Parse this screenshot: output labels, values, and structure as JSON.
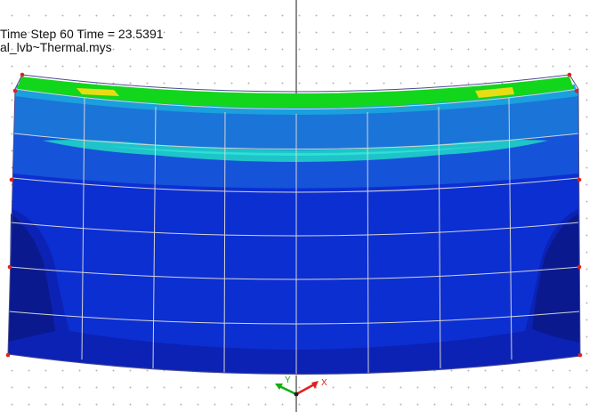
{
  "viewer": {
    "time_label": "Time Step 60 Time = 23.5391",
    "file_label": "al_lvb~Thermal.mys"
  },
  "triad": {
    "y_label": "Y",
    "x_label": "X"
  },
  "colors": {
    "background": "#ffffff",
    "grid_dot": "#b9b9b9",
    "contour_darkest": "#0a1a8e",
    "contour_dark": "#0b22b5",
    "contour_base": "#0c2fd2",
    "contour_mid": "#1553d9",
    "contour_light": "#1b74d8",
    "contour_lighter": "#1aa0dc",
    "contour_cyan": "#1ec4c8",
    "contour_cyan_light": "#2ce0d8",
    "contour_green": "#12d61b",
    "contour_yellow": "#e6dd14",
    "mesh_line": "#d4d4d4",
    "node_marker": "#e02020",
    "axis_y": "#10b010",
    "axis_x": "#e02020"
  }
}
